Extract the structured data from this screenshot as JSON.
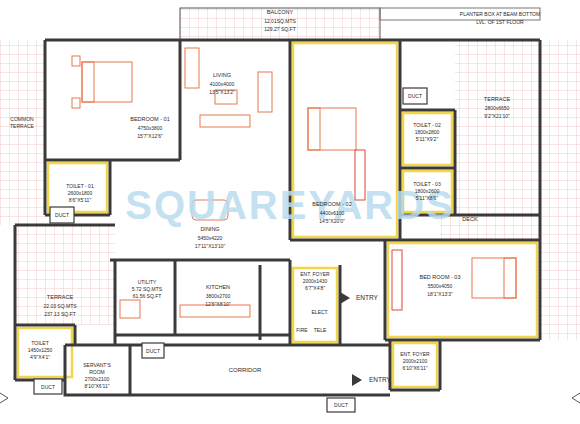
{
  "diagram": {
    "labels": [
      "PLANTER BOX AT BEAM BOTTOM",
      "LVL. OF 1ST FLOOR",
      "BALCONY",
      "12.01SQ.MTS",
      "129.27 SQ.FT",
      "DUCT",
      "COMMON",
      "TERRACE",
      "BEDROOM - 01",
      "4750x3800",
      "15'7\"X12'6\"",
      "LIVING",
      "4100x4000",
      "13'5\"X13'2\"",
      "TOILET - 02",
      "1800x2800",
      "5'11\"X9'2\"",
      "TERRACE",
      "2800x6650",
      "9'2\"X21'10\"",
      "TOILET - 01",
      "2600x1800",
      "8'6\"X5'11\"",
      "DUCT",
      "DINING",
      "5450x4220",
      "17'11\"X13'10\"",
      "BEDROOM - 02",
      "4400x6100",
      "14'5\"X20'0\"",
      "TOILET - 03",
      "1800x2600",
      "5'11\"X8'6\"",
      "DECK",
      "TERRACE",
      "22.03 SQ.MTS",
      "237.13 SQ.FT",
      "ENT. FOYER",
      "2000x1430",
      "6'7\"X4'8\"",
      "ENTRY",
      "UTILITY",
      "5.72 SQ.MTS",
      "61.56 SQ.FT",
      "KITCHEN",
      "3800x2700",
      "12'6\"X8'10\"",
      "ELECT.",
      "TELE",
      "FIRE",
      "BED ROOM - 03",
      "5500x4050",
      "18'1\"X13'3\"",
      "TOILET",
      "1450x1250",
      "4'9\"X4'1\"",
      "SERVANT'S",
      "ROOM",
      "2700x2100",
      "8'10\"X6'11\"",
      "DUCT",
      "DUCT",
      "CORRIDOR",
      "ENT. FOYER",
      "2000x2100",
      "6'10\"X6'11\"",
      "ENTRY",
      "DUCT",
      "SQUAREYARDS"
    ]
  }
}
